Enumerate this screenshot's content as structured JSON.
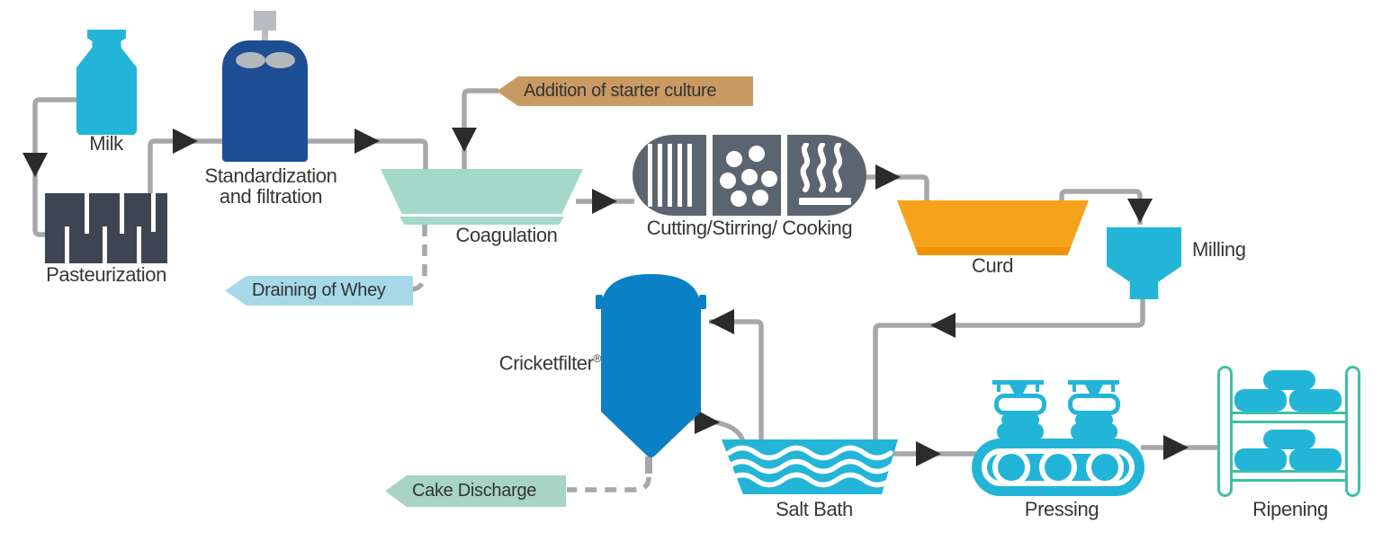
{
  "labels": {
    "milk": "Milk",
    "pasteurization": "Pasteurization",
    "standardization_line1": "Standardization",
    "standardization_line2": "and filtration",
    "coagulation": "Coagulation",
    "cutting_stirring_cooking": "Cutting/Stirring/ Cooking",
    "curd": "Curd",
    "milling": "Milling",
    "cricketfilter": "Cricketfilter",
    "cricketfilter_mark": "®",
    "salt_bath": "Salt Bath",
    "pressing": "Pressing",
    "ripening": "Ripening"
  },
  "callouts": {
    "starter_culture": "Addition of starter culture",
    "draining_whey": "Draining of Whey",
    "cake_discharge": "Cake Discharge"
  },
  "flow_sequence": [
    "Milk",
    "Pasteurization",
    "Standardization and filtration",
    "Coagulation",
    "Cutting/Stirring/ Cooking",
    "Curd",
    "Milling",
    "Salt Bath",
    "Pressing",
    "Ripening"
  ],
  "filtration_loop": [
    "Salt Bath",
    "Cricketfilter",
    "Salt Bath"
  ],
  "side_streams": {
    "into_coagulation": "Addition of starter culture",
    "out_of_coagulation": "Draining of Whey",
    "out_of_cricketfilter": "Cake Discharge"
  },
  "colors": {
    "cyan": "#23b5d8",
    "navy": "#1d4e94",
    "slate": "#3d4552",
    "capsule_grey": "#5b6570",
    "mint_vat": "#a5d8c9",
    "orange_curd": "#f7a21b",
    "tan_banner": "#c99a63",
    "lightblue_banner": "#a6d8e7",
    "mint_banner": "#a7d4c5",
    "filter_blue": "#0c80c4",
    "rack_teal": "#3fc0a4",
    "line_grey": "#a7a7a7",
    "arrow_dark": "#2b2b2b",
    "text": "#373737"
  },
  "icons": {
    "milk": "milk-bottle-icon",
    "pasteurization": "plate-heat-exchanger-icon",
    "standardization": "stirred-tank-icon",
    "coagulation": "open-vat-icon",
    "cutting": "knives-icon",
    "stirring": "curd-grains-icon",
    "cooking": "heat-steam-icon",
    "curd": "curd-vat-icon",
    "milling": "funnel-icon",
    "cricketfilter": "filter-vessel-icon",
    "salt_bath": "brine-bath-icon",
    "pressing": "press-conveyor-icon",
    "ripening": "shelf-rack-icon"
  }
}
